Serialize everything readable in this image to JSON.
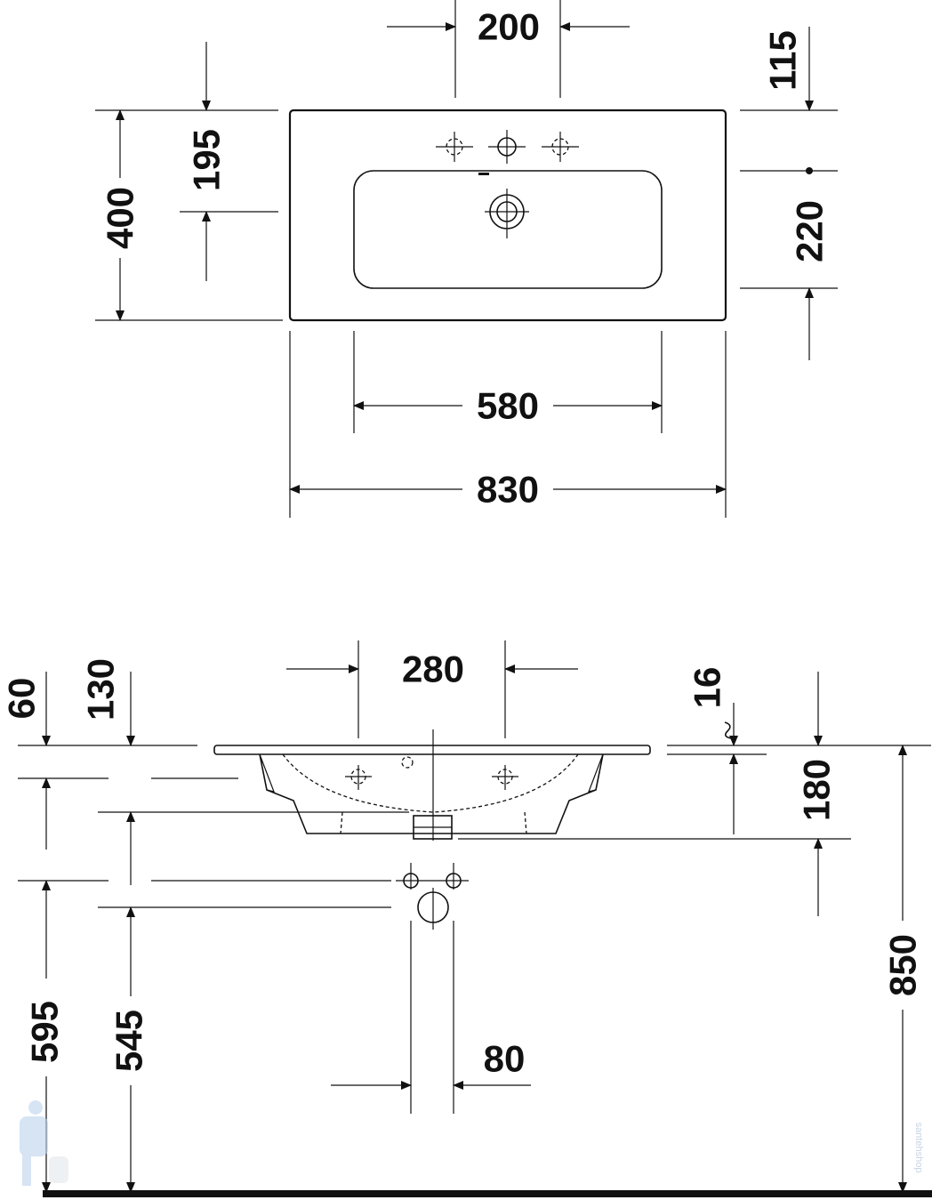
{
  "drawing": {
    "top_view": {
      "dim_tap_spacing": "200",
      "dim_tap_offset": "115",
      "dim_basin_depth": "220",
      "dim_overall_depth": "400",
      "dim_drain_offset": "195",
      "dim_basin_width": "580",
      "dim_overall_width": "830"
    },
    "side_view": {
      "dim_siphon_width": "280",
      "dim_top_60": "60",
      "dim_top_130": "130",
      "dim_rim_thickness": "16",
      "dim_basin_height": "180",
      "dim_supply_height": "595",
      "dim_drain_height": "545",
      "dim_supply_spacing": "80",
      "dim_mount_height": "850"
    },
    "watermark": "santehshop"
  }
}
